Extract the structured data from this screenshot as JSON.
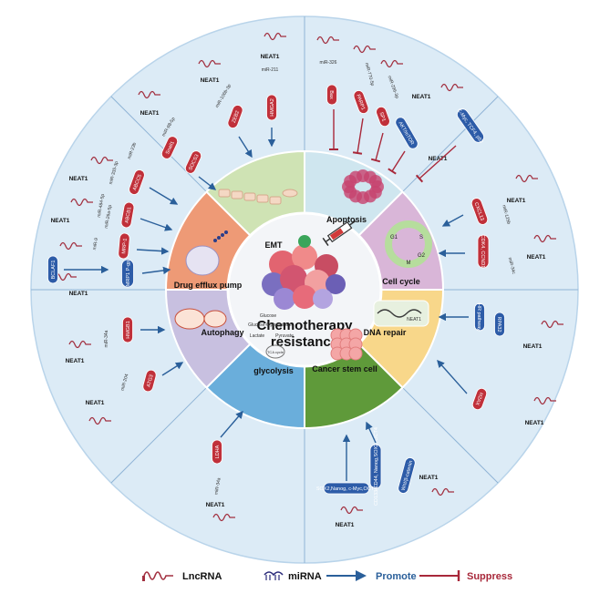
{
  "center": {
    "line1": "Chemotherapy",
    "line2": "resistance"
  },
  "sectors": [
    {
      "key": "emt",
      "label": "EMT",
      "color": "#cfe6ef"
    },
    {
      "key": "apoptosis",
      "label": "Apoptosis",
      "color": "#d9b6d8"
    },
    {
      "key": "cellcycle",
      "label": "Cell cycle",
      "color": "#f8d78a"
    },
    {
      "key": "dnarepair",
      "label": "DNA repair",
      "color": "#5f9a3a"
    },
    {
      "key": "csc",
      "label": "Cancer stem cell",
      "color": "#6aaedb"
    },
    {
      "key": "glycolysis",
      "label": "glycolysis",
      "color": "#c8c0e0"
    },
    {
      "key": "autophagy",
      "label": "Autophagy",
      "color": "#ee9a76"
    },
    {
      "key": "efflux",
      "label": "Drug efflux pump",
      "color": "#cfe3b4"
    }
  ],
  "glycolysis_detail": {
    "glucose": "Glucose",
    "g6p": "Glucose-6-phosphate",
    "lactate": "Lactate",
    "pyruvate": "Pyruvate",
    "tca": "TCA cycle"
  },
  "cell_cycle_phases": [
    "G1",
    "S",
    "M",
    "G2"
  ],
  "dna_label": "NEAT1",
  "lnc_name": "NEAT1",
  "genes": {
    "emt": [
      "ZEB2",
      "HMGA2"
    ],
    "emt_mirnas": [
      "miR-98-5p",
      "miR-106b-3p",
      "miR-211"
    ],
    "emt_targets": [
      "Snail1",
      "SOCS3"
    ],
    "apoptosis": [
      "Bax",
      "PARP1",
      "SP1",
      "AKT/mTOR",
      "C-Myc, TCF4, p53"
    ],
    "apoptosis_mirnas": [
      "miR-326",
      "miR-770-5p",
      "miR-296-3p"
    ],
    "cellcycle": [
      "CXCL13",
      "CDK4, CCND1"
    ],
    "cellcycle_mirnas": [
      "miR-125b",
      "miR-34c"
    ],
    "dnarepair": [
      "HR pathway",
      "RPA32",
      "H2AX"
    ],
    "csc": [
      "CD133,CD44, Nanog,SOX2, OCT4",
      "Wnt/β-catenin",
      "SOX2,Nanog, c-Myc,OCT4"
    ],
    "glycolysis": [
      "LDHA"
    ],
    "glycolysis_mirnas": [
      "miR-34a"
    ],
    "autophagy": [
      "HMGB1",
      "ATG3"
    ],
    "autophagy_mirnas": [
      "miR-34a",
      "miR-204"
    ],
    "efflux": [
      "ABCC5",
      "ABCB1",
      "MRP-1",
      "BCLAF1",
      "MRP1 P-gp"
    ],
    "efflux_mirnas": [
      "miR-23b",
      "miR-335-3p",
      "miR-484-5p",
      "miR-26a-5p",
      "miR-9"
    ]
  },
  "legend": {
    "lnc": "LncRNA",
    "mi": "miRNA",
    "promote": "Promote",
    "suppress": "Suppress"
  },
  "colors": {
    "ring": "#dcebf6",
    "pill_red": "#c0303a",
    "pill_blue": "#2d5ca8",
    "promote": "#2a5f9a",
    "suppress": "#a8283a",
    "lnc": "#a23040"
  }
}
